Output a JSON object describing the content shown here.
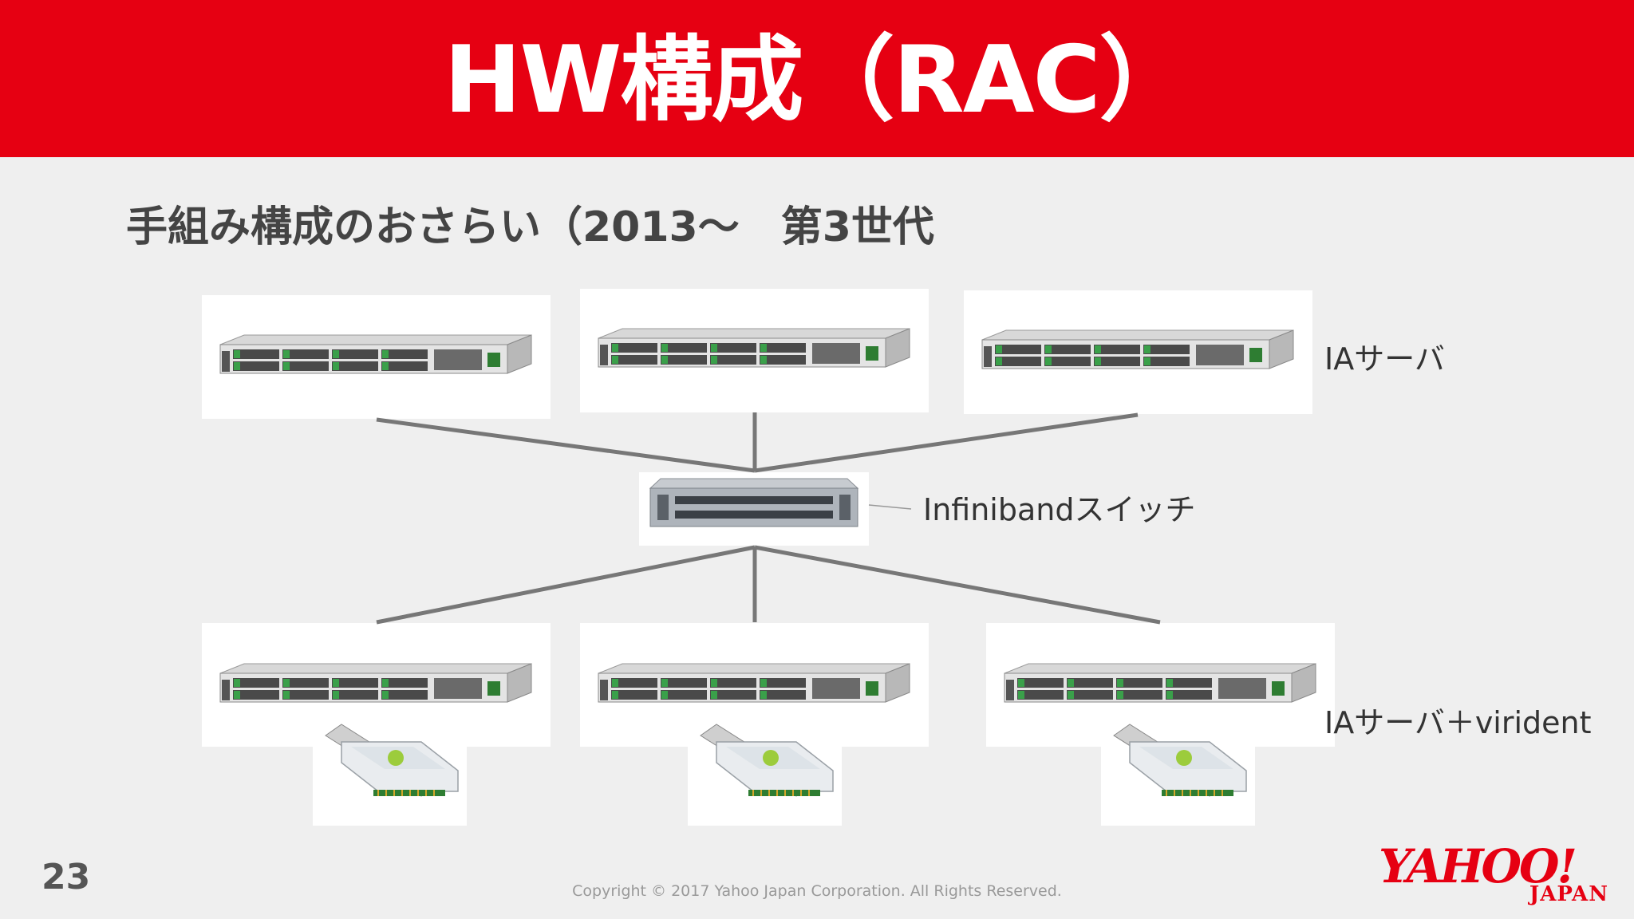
{
  "slide": {
    "title": "HW構成（RAC）",
    "subtitle": "手組み構成のおさらい（2013〜　第3世代",
    "page_number": "23",
    "copyright": "Copyright © 2017 Yahoo Japan Corporation. All Rights Reserved."
  },
  "diagram": {
    "labels": {
      "top_servers": "IAサーバ",
      "switch": "Infinibandスイッチ",
      "bottom_servers": "IAサーバ＋virident"
    }
  },
  "logo": {
    "main": "YAHOO!",
    "sub": "JAPAN"
  },
  "colors": {
    "brand_red": "#e60012",
    "background": "#efefef",
    "connector": "#777777"
  }
}
